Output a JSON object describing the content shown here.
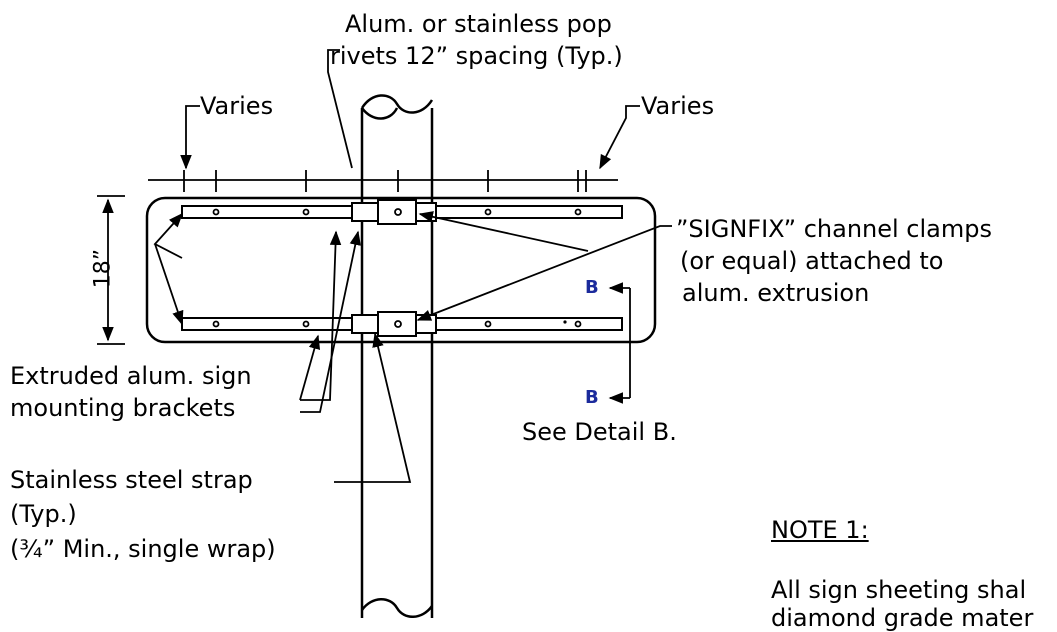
{
  "labels": {
    "rivets_line1": "Alum. or stainless pop",
    "rivets_line2": "rivets 12” spacing (Typ.)",
    "varies_left": "Varies",
    "varies_right": "Varies",
    "height_dim": "18”",
    "clamps_line1": "”SIGNFIX” channel clamps",
    "clamps_line2": "(or equal) attached to",
    "clamps_line3": "alum. extrusion",
    "section_b_top": "B",
    "section_b_bottom": "B",
    "see_detail": "See Detail B.",
    "brackets_line1": "Extruded alum. sign",
    "brackets_line2": "mounting brackets",
    "strap_line1": "Stainless steel strap",
    "strap_line2": "(Typ.)",
    "strap_line3": "(¾” Min., single wrap)",
    "note_title": "NOTE 1:",
    "note_line1": "All sign sheeting shal",
    "note_line2": "diamond grade mater"
  },
  "colors": {
    "line": "#000000",
    "section_marker": "#1b2a9c",
    "bracket_fill": "#ffffff"
  }
}
